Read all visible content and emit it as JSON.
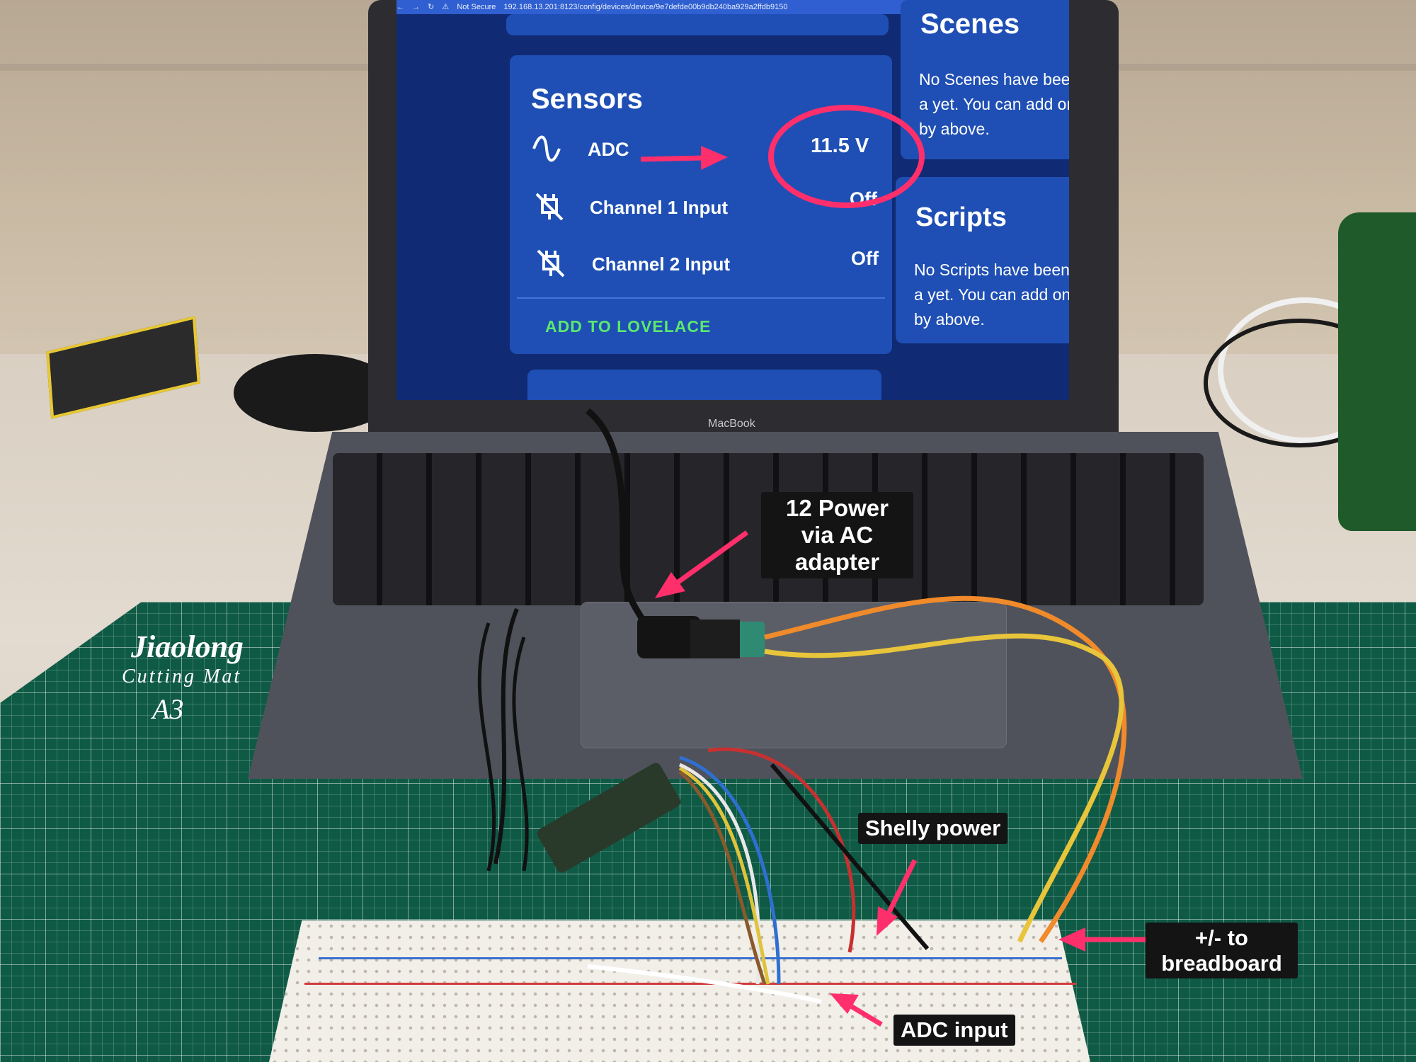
{
  "browser": {
    "security": "Not Secure",
    "url": "192.168.13.201:8123/config/devices/device/9e7defde00b9db240ba929a2ffdb9150"
  },
  "sensors_card": {
    "title": "Sensors",
    "rows": [
      {
        "icon": "sine-wave-icon",
        "label": "ADC",
        "value": "11.5 V"
      },
      {
        "icon": "power-off-plug-icon",
        "label": "Channel 1 Input",
        "value": "Off"
      },
      {
        "icon": "power-off-plug-icon",
        "label": "Channel 2 Input",
        "value": "Off"
      }
    ],
    "action": "ADD TO LOVELACE"
  },
  "scenes_card": {
    "title": "Scenes",
    "text": "No Scenes have been a yet. You can add one by above."
  },
  "scripts_card": {
    "title": "Scripts",
    "text": "No Scripts have been a yet. You can add one by above."
  },
  "laptop": {
    "brand": "MacBook"
  },
  "cutting_mat": {
    "brand": "Jiaolong",
    "name": "Cutting Mat",
    "size": "A3"
  },
  "annotations": {
    "power": "12 Power via AC adapter",
    "shelly_power": "Shelly power",
    "plus_minus": "+/- to breadboard",
    "adc_input": "ADC input"
  },
  "colors": {
    "annotation_accent": "#ff2f6c",
    "screen_background": "#102a73",
    "card_background": "#1f4fb4",
    "action_text": "#5be86f",
    "mat_green": "#0f5a45"
  }
}
